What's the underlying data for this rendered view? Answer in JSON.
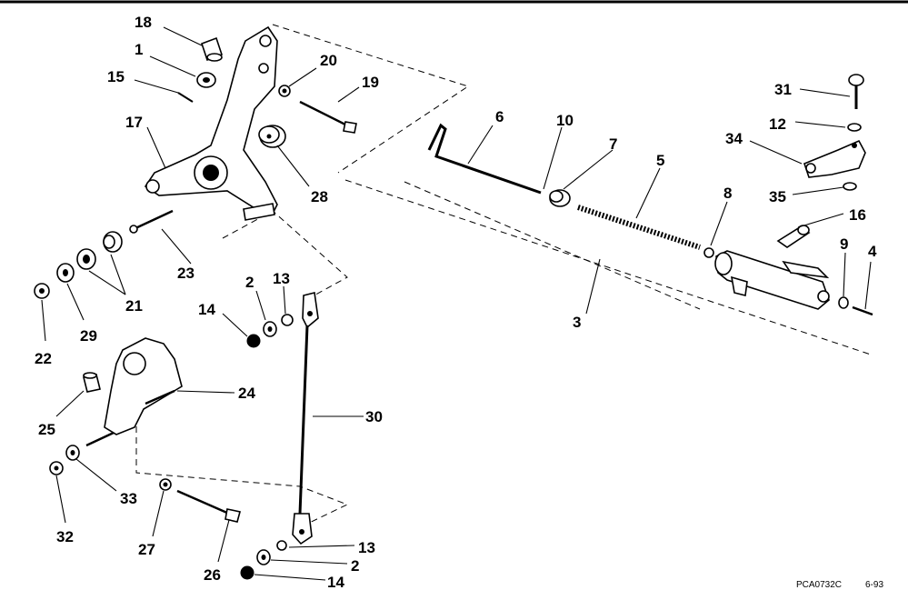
{
  "labels": {
    "p1": "1",
    "p2a": "2",
    "p2b": "2",
    "p3": "3",
    "p4": "4",
    "p5": "5",
    "p6": "6",
    "p7": "7",
    "p8": "8",
    "p9": "9",
    "p10": "10",
    "p12": "12",
    "p13a": "13",
    "p13b": "13",
    "p14a": "14",
    "p14b": "14",
    "p15": "15",
    "p16": "16",
    "p17": "17",
    "p18": "18",
    "p19": "19",
    "p20": "20",
    "p21": "21",
    "p22": "22",
    "p23": "23",
    "p24": "24",
    "p25": "25",
    "p26": "26",
    "p27": "27",
    "p28": "28",
    "p29": "29",
    "p30": "30",
    "p31": "31",
    "p32": "32",
    "p33": "33",
    "p34": "34",
    "p35": "35"
  },
  "footer": {
    "code": "PCA0732C",
    "date": "6-93"
  }
}
